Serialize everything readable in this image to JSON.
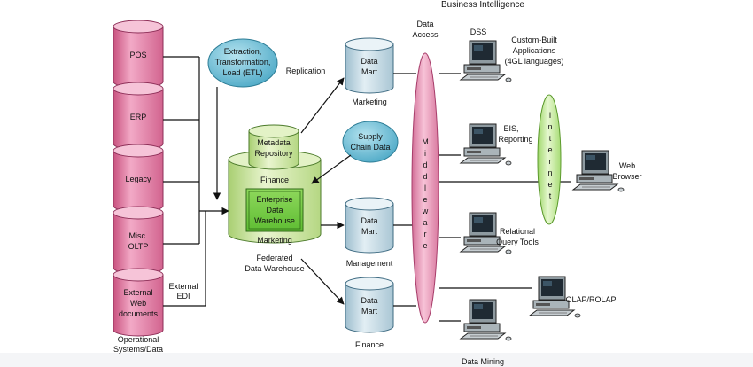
{
  "title": "Business Intelligence",
  "sources": [
    "POS",
    "ERP",
    "Legacy",
    [
      "Misc.",
      "OLTP"
    ],
    [
      "External",
      "Web",
      "documents"
    ]
  ],
  "sources_caption": [
    "Operational",
    "Systems/Data"
  ],
  "external_edi": [
    "External",
    "EDI"
  ],
  "etl": [
    "Extraction,",
    "Transformation,",
    "Load (ETL)"
  ],
  "replication": "Replication",
  "metadata": [
    "Metadata",
    "Repository"
  ],
  "warehouse": {
    "finance": "Finance",
    "core": [
      "Enterprise",
      "Data",
      "Warehouse"
    ],
    "marketing": "Marketing",
    "caption": [
      "Federated",
      "Data Warehouse"
    ]
  },
  "supply_chain": [
    "Supply",
    "Chain Data"
  ],
  "data_access": [
    "Data",
    "Access"
  ],
  "marts": [
    {
      "label": [
        "Data",
        "Mart"
      ],
      "caption": "Marketing"
    },
    {
      "label": [
        "Data",
        "Mart"
      ],
      "caption": "Management"
    },
    {
      "label": [
        "Data",
        "Mart"
      ],
      "caption": "Finance"
    }
  ],
  "middleware": [
    "M",
    "i",
    "d",
    "d",
    "l",
    "e",
    "w",
    "a",
    "r",
    "e"
  ],
  "internet": [
    "I",
    "n",
    "t",
    "e",
    "r",
    "n",
    "e",
    "t"
  ],
  "clients": [
    [
      "DSS"
    ],
    [
      "Custom-Built",
      "Applications",
      "(4GL languages)"
    ],
    [
      "EIS,",
      "Reporting"
    ],
    [
      "Web",
      "Browser"
    ],
    [
      "Relational",
      "Query Tools"
    ],
    [
      "OLAP/ROLAP"
    ],
    [
      "Data Mining"
    ]
  ],
  "colors": {
    "source_fill": "#e38cb0",
    "mart_fill": "#c9dce6",
    "bubble_fill": "#78c0d6",
    "warehouse_fill": "#d4e9a8",
    "core_fill": "#7ecf4d",
    "middleware_fill": "#e99ab8",
    "internet_fill": "#c6ec9c"
  }
}
